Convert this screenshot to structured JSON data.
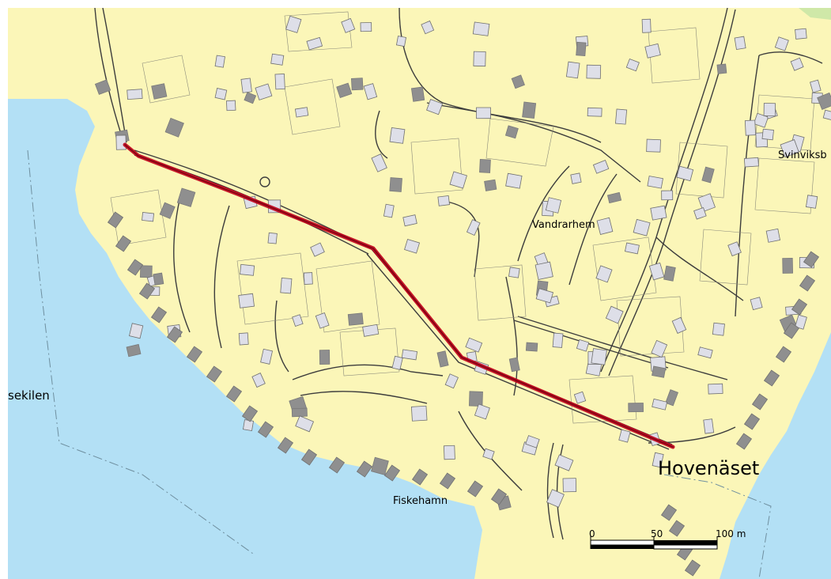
{
  "colors": {
    "land": "#fbf6b8",
    "water": "#b3e0f5",
    "building_outline": "#7a7a7a",
    "building_fill": "#dedfe8",
    "building_dark": "#8f8f8f",
    "road": "#3c3c3c",
    "route": "#c0001a",
    "park": "#cfe8a8"
  },
  "labels": {
    "svinviksb": "Svinviksb",
    "vandrarhem": "Vandrarhem",
    "sekilen": "sekilen",
    "hovenaset": "Hovenäset",
    "fiskehamn": "Fiskehamn"
  },
  "scale_bar": {
    "label_0": "0",
    "label_50": "50",
    "label_100": "100 m"
  }
}
